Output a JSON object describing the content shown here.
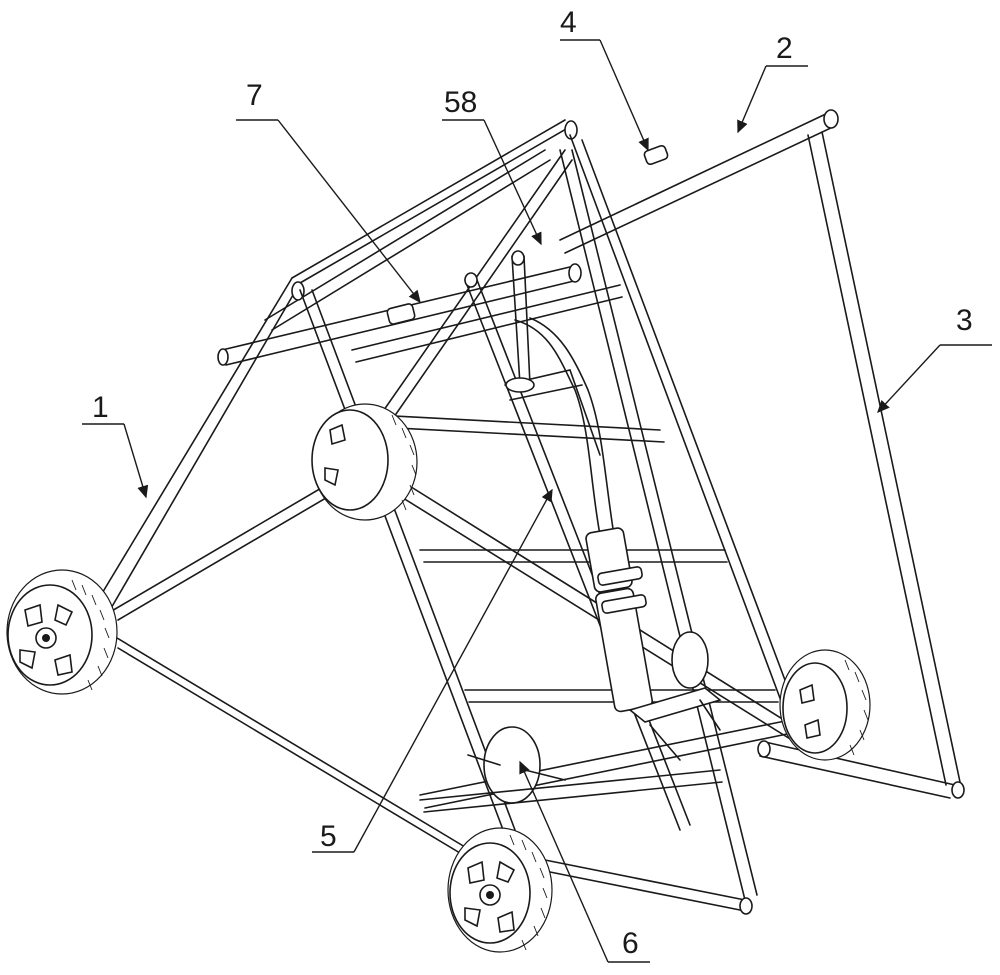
{
  "figure": {
    "callouts": [
      {
        "id": "c1",
        "text": "1"
      },
      {
        "id": "c2",
        "text": "2"
      },
      {
        "id": "c3",
        "text": "3"
      },
      {
        "id": "c4",
        "text": "4"
      },
      {
        "id": "c5",
        "text": "5"
      },
      {
        "id": "c6",
        "text": "6"
      },
      {
        "id": "c7",
        "text": "7"
      },
      {
        "id": "c58",
        "text": "58"
      }
    ]
  }
}
